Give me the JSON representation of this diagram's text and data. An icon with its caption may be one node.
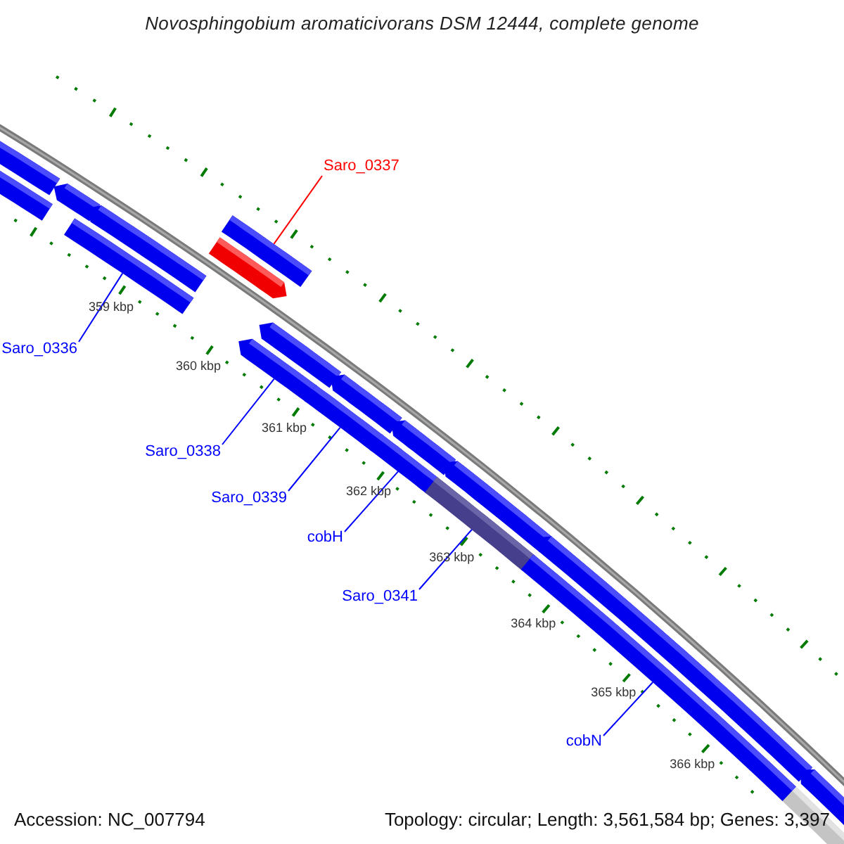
{
  "diagram": {
    "title": "Novosphingobium aromaticivorans DSM 12444, complete genome",
    "nodes": [
      {
        "text": [
          "Saro_0337"
        ]
      },
      {
        "text": [
          "Saro_0336"
        ]
      },
      {
        "text": [
          "Saro_0338"
        ]
      },
      {
        "text": [
          "Saro_0339"
        ]
      },
      {
        "text": [
          "cobH"
        ]
      },
      {
        "text": [
          "Saro_0341"
        ]
      },
      {
        "text": [
          "cobN"
        ]
      },
      {
        "text": [],
        "shape": "bar"
      },
      {
        "text": [],
        "shape": "bar"
      },
      {
        "text": [],
        "shape": "bar"
      },
      {
        "text": [],
        "shape": "bar"
      },
      {
        "text": [],
        "shape": "bar"
      },
      {
        "text": [],
        "shape": "bar"
      },
      {
        "text": [],
        "shape": "bar"
      }
    ],
    "edges": [
      {
        "from": 0,
        "to": 7,
        "arrow": "none",
        "color": "#ff0000"
      },
      {
        "from": 1,
        "to": 8,
        "arrow": "none"
      },
      {
        "from": 2,
        "to": 9,
        "arrow": "none"
      },
      {
        "from": 3,
        "to": 10,
        "arrow": "none"
      },
      {
        "from": 4,
        "to": 11,
        "arrow": "none"
      },
      {
        "from": 5,
        "to": 12,
        "arrow": "none"
      },
      {
        "from": 6,
        "to": 13,
        "arrow": "none"
      }
    ],
    "labels": [
      "359 kbp",
      "360 kbp",
      "361 kbp",
      "362 kbp",
      "363 kbp",
      "364 kbp",
      "365 kbp",
      "366 kbp",
      "Accession: NC_007794",
      "Topology: circular; Length: 3,561,584 bp; Genes: 3,397"
    ]
  }
}
